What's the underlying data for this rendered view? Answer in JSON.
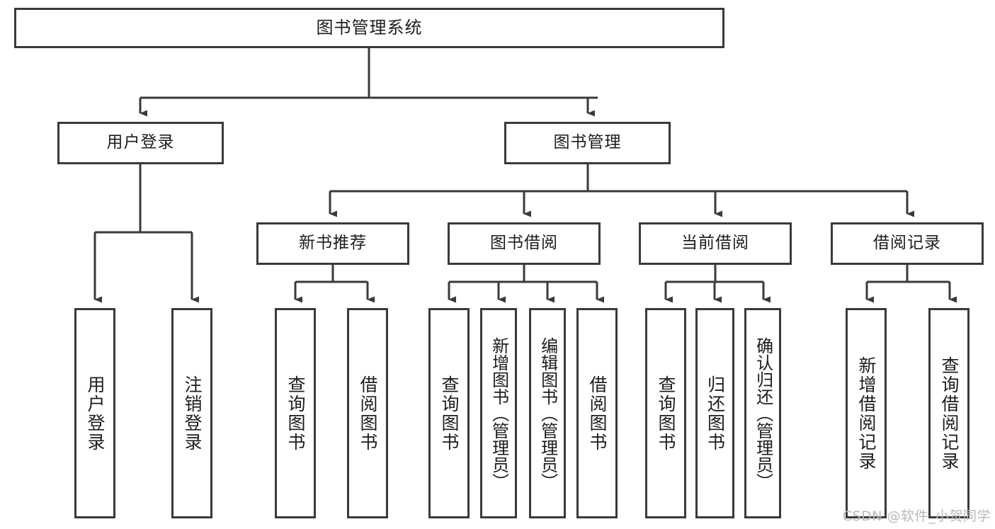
{
  "diagram": {
    "title": "图书管理系统",
    "type": "tree-hierarchy",
    "stroke_color": "#3a3a3a",
    "background_color": "#ffffff",
    "text_color": "#1d1d1d"
  },
  "root": {
    "label": "图书管理系统"
  },
  "level2": [
    {
      "label": "用户登录"
    },
    {
      "label": "图书管理"
    }
  ],
  "level3": [
    {
      "label": "新书推荐"
    },
    {
      "label": "图书借阅"
    },
    {
      "label": "当前借阅"
    },
    {
      "label": "借阅记录"
    }
  ],
  "leaves": {
    "user_login": [
      {
        "label": "用户登录"
      },
      {
        "label": "注销登录"
      }
    ],
    "new_book": [
      {
        "label": "查询图书"
      },
      {
        "label": "借阅图书"
      }
    ],
    "book_borrow": [
      {
        "label": "查询图书"
      },
      {
        "label": "新增图书（管理员）"
      },
      {
        "label": "编辑图书（管理员）"
      },
      {
        "label": "借阅图书"
      }
    ],
    "current_borrow": [
      {
        "label": "查询图书"
      },
      {
        "label": "归还图书"
      },
      {
        "label": "确认归还（管理员）"
      }
    ],
    "borrow_record": [
      {
        "label": "新增借阅记录"
      },
      {
        "label": "查询借阅记录"
      }
    ]
  },
  "watermark": {
    "text": "CSDN @软件_小贺同学"
  }
}
